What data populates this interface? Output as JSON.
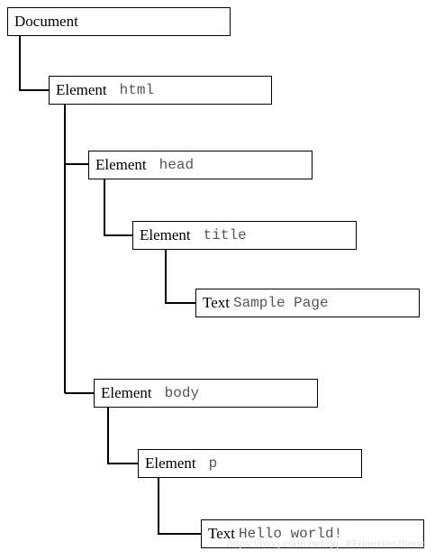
{
  "nodes": {
    "document": {
      "kind": "Document"
    },
    "html": {
      "kind": "Element",
      "value": "html"
    },
    "head": {
      "kind": "Element",
      "value": "head"
    },
    "title": {
      "kind": "Element",
      "value": "title"
    },
    "title_text": {
      "kind": "Text",
      "value": "Sample Page"
    },
    "body": {
      "kind": "Element",
      "value": "body"
    },
    "p": {
      "kind": "Element",
      "value": "p"
    },
    "p_text": {
      "kind": "Text",
      "value": "Hello world!"
    }
  },
  "watermark": "https://blog.csdn.net/qq_43xiaoxiaozhong"
}
